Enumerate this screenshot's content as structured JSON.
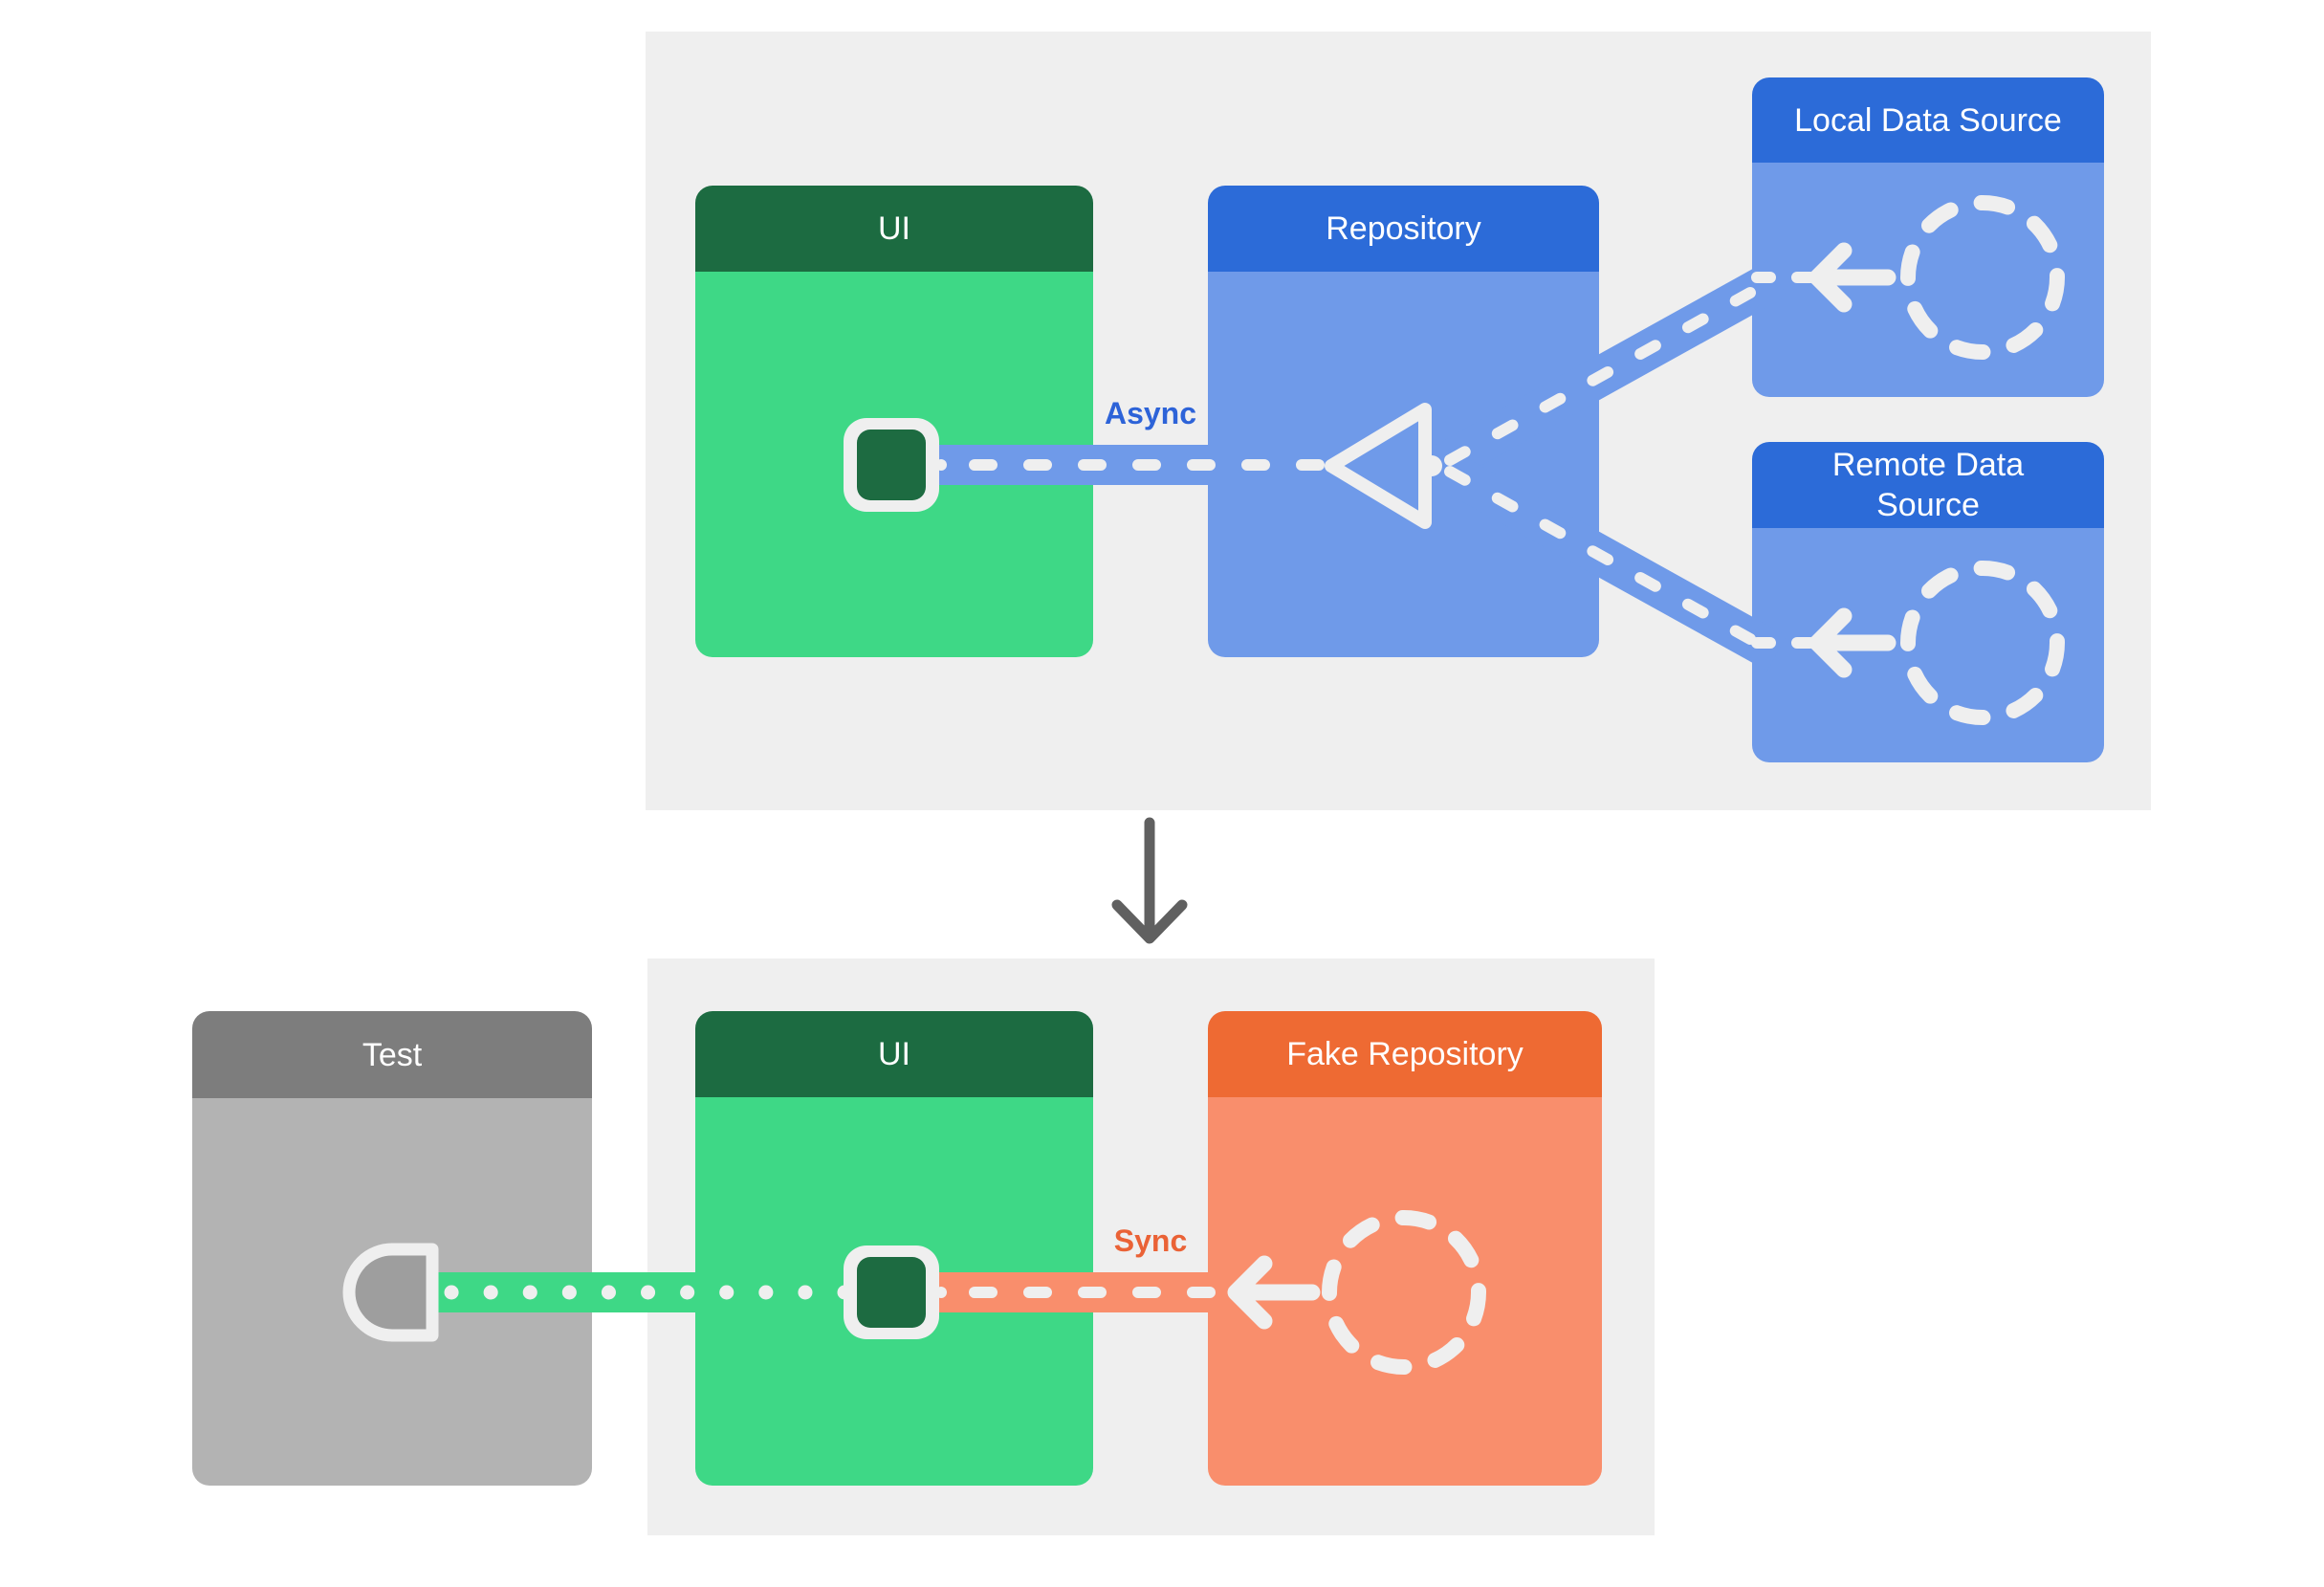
{
  "colors": {
    "page-bg": "#ffffff",
    "panel": "#efefef",
    "green-header": "#1c6b41",
    "green-body": "#3ed886",
    "icon-dark-green": "#1d6b41",
    "blue-header": "#2c6bd8",
    "blue-body": "#6f9ae9",
    "gray-header": "#7d7d7d",
    "gray-body": "#b3b3b3",
    "gray-icon": "#9e9e9e",
    "orange-header": "#ee6a33",
    "orange-body": "#f98e6c",
    "dash": "#efefef",
    "async-label": "#2d63d8",
    "sync-label": "#ea6236",
    "arrow-dark": "#606060",
    "header-text": "#ffffff"
  },
  "top_diagram": {
    "ui_box": {
      "title": "UI"
    },
    "repository_box": {
      "title": "Repository"
    },
    "local_data_source_box": {
      "title": "Local Data Source"
    },
    "remote_data_source_box": {
      "title": "Remote Data Source"
    },
    "connection_label": "Async"
  },
  "bottom_diagram": {
    "test_box": {
      "title": "Test"
    },
    "ui_box": {
      "title": "UI"
    },
    "fake_repository_box": {
      "title": "Fake Repository"
    },
    "connection_label": "Sync"
  }
}
